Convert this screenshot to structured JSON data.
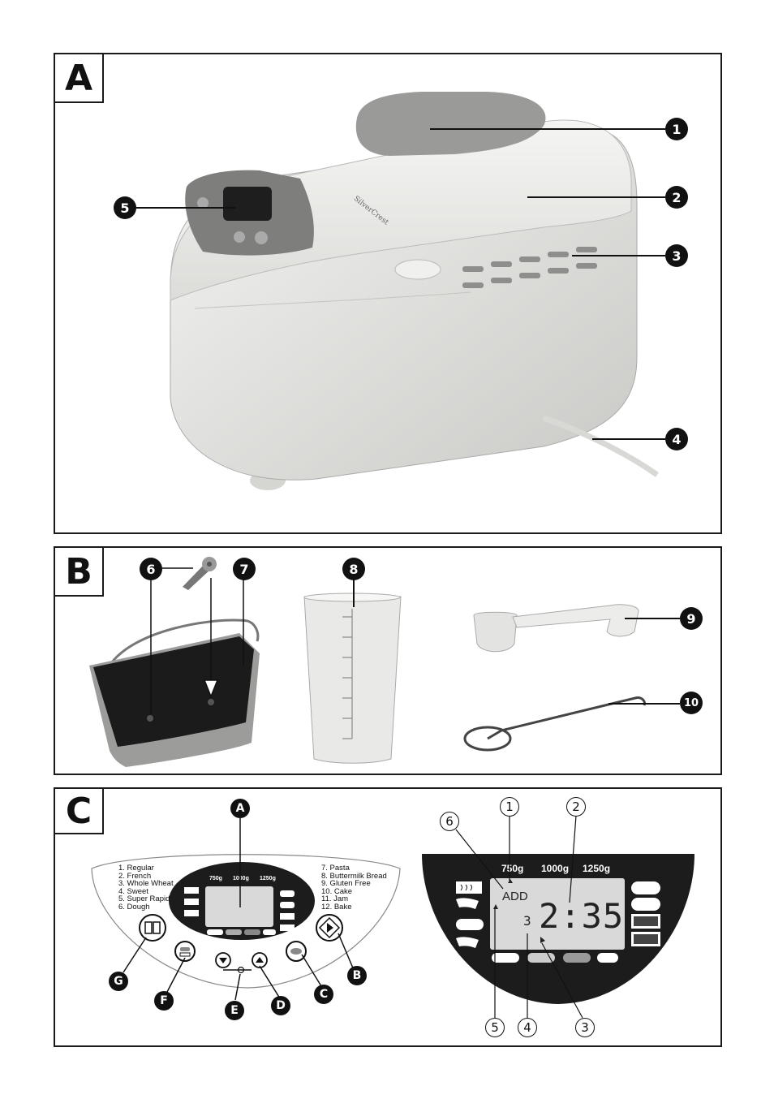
{
  "panels": {
    "a": {
      "label": "A"
    },
    "b": {
      "label": "B"
    },
    "c": {
      "label": "C"
    }
  },
  "appliance": {
    "brand": "SilverCrest"
  },
  "callouts_a": [
    "1",
    "2",
    "3",
    "4",
    "5"
  ],
  "callouts_b": [
    "6",
    "7",
    "8",
    "9",
    "10"
  ],
  "callouts_c_letters": [
    "A",
    "B",
    "C",
    "D",
    "E",
    "F",
    "G"
  ],
  "callouts_c_numbers": [
    "1",
    "2",
    "3",
    "4",
    "5",
    "6"
  ],
  "control_panel": {
    "menu_left": [
      "1. Regular",
      "2. French",
      "3. Whole Wheat",
      "4. Sweet",
      "5. Super Rapid",
      "6. Dough"
    ],
    "menu_right": [
      "7. Pasta",
      "8. Buttermilk Bread",
      "9. Gluten Free",
      "10. Cake",
      "11. Jam",
      "12. Bake"
    ],
    "weights": [
      "750g",
      "1000g",
      "1250g"
    ]
  },
  "display": {
    "weights": [
      "750g",
      "1000g",
      "1250g"
    ],
    "add_label": "ADD",
    "time": "2:35",
    "program": "3"
  },
  "colors": {
    "line": "#111111",
    "appliance_body": "#e8e8e6",
    "panel_dark": "#1c1c1c",
    "lcd": "#d9d9d9"
  }
}
